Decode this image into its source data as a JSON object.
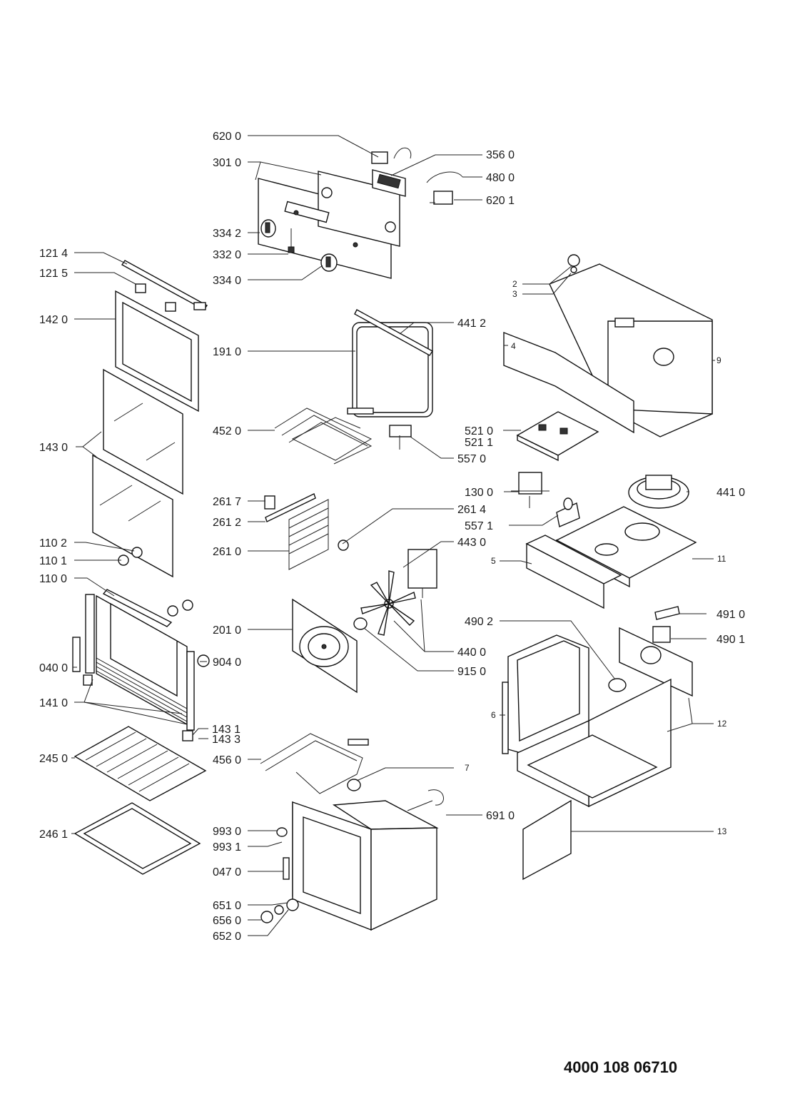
{
  "document_number": "4000 108 06710",
  "labels": {
    "l6200": "620 0",
    "l3560": "356 0",
    "l3010": "301 0",
    "l4800": "480 0",
    "l6201": "620 1",
    "l3342": "334 2",
    "l3320": "332 0",
    "l3340": "334 0",
    "l1214": "121 4",
    "l1215": "121 5",
    "l1420": "142 0",
    "l2": "2",
    "l3": "3",
    "l4": "4",
    "l9": "9",
    "l4412": "441 2",
    "l1910": "191 0",
    "l4520": "452 0",
    "l5210": "521 0",
    "l5211": "521 1",
    "l5570": "557 0",
    "l1430": "143 0",
    "l2617": "261 7",
    "l2612": "261 2",
    "l2614": "261 4",
    "l2610": "261 0",
    "l1300": "130 0",
    "l4410": "441 0",
    "l5571": "557 1",
    "l4430": "443 0",
    "l1102": "110 2",
    "l1101": "110 1",
    "l1100": "110 0",
    "l5": "5",
    "l11": "11",
    "l4910": "491 0",
    "l4902": "490 2",
    "l4901": "490 1",
    "l2010": "201 0",
    "l4400": "440 0",
    "l0400": "040 0",
    "l9040": "904 0",
    "l9150": "915 0",
    "l1410": "141 0",
    "l6": "6",
    "l12": "12",
    "l1431": "143 1",
    "l1433": "143 3",
    "l2450": "245 0",
    "l4560": "456 0",
    "l7": "7",
    "l6910": "691 0",
    "l9930": "993 0",
    "l9931": "993 1",
    "l2461": "246 1",
    "l13": "13",
    "l0470": "047 0",
    "l6510": "651 0",
    "l6560": "656 0",
    "l6520": "652 0"
  }
}
